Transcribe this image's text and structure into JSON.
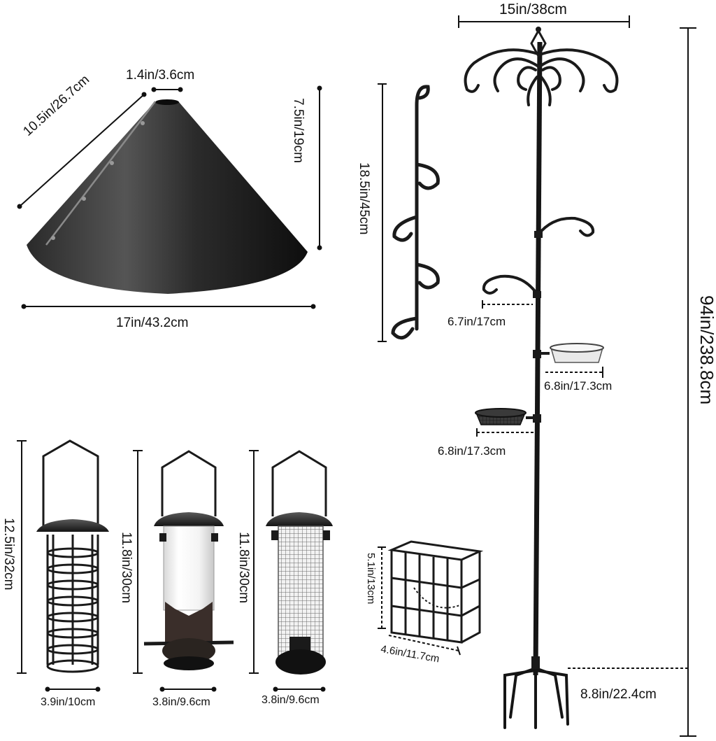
{
  "title": "",
  "colors": {
    "metal": "#1a1a1a",
    "line": "#111111",
    "dash": "#222222",
    "background": "#ffffff"
  },
  "components": {
    "baffle": {
      "icon": "cone-baffle-icon",
      "slant": "10.5in/26.7cm",
      "top": "1.4in/3.6cm",
      "height": "7.5in/19cm",
      "width": "17in/43.2cm"
    },
    "hook": {
      "icon": "triple-hook-icon",
      "length": "18.5in/45cm"
    },
    "pole": {
      "icon": "feeding-station-pole-icon",
      "top_span": "15in/38cm",
      "total_height": "94in/238.8cm",
      "arm": "6.7in/17cm",
      "tray_upper": "6.8in/17.3cm",
      "tray_lower": "6.8in/17.3cm",
      "base": "8.8in/22.4cm"
    },
    "ball_feeder": {
      "icon": "fat-ball-feeder-icon",
      "height": "12.5in/32cm",
      "width": "3.9in/10cm"
    },
    "seed_feeder": {
      "icon": "seed-tube-feeder-icon",
      "height": "11.8in/30cm",
      "width": "3.8in/9.6cm"
    },
    "mesh_feeder": {
      "icon": "mesh-peanut-feeder-icon",
      "height": "11.8in/30cm",
      "width": "3.8in/9.6cm"
    },
    "suet_cage": {
      "icon": "suet-cage-icon",
      "height": "5.1in/13cm",
      "width": "4.6in/11.7cm"
    }
  }
}
